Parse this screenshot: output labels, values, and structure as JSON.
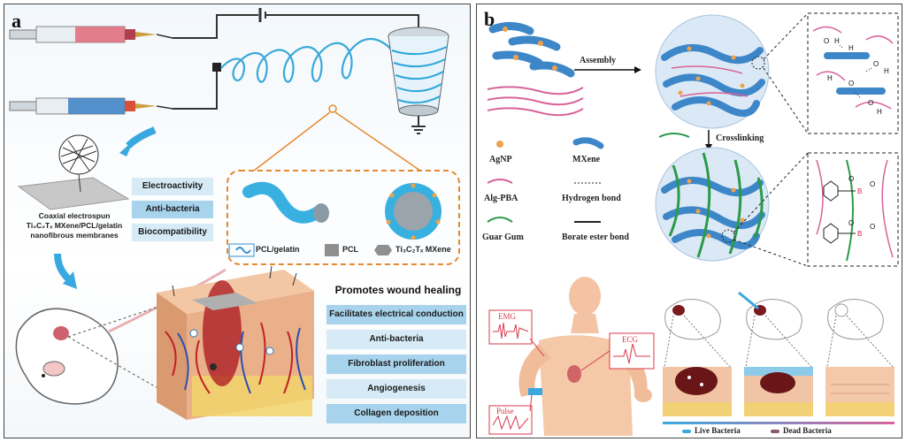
{
  "panel_a": {
    "label": "a",
    "membrane_caption": [
      "Coaxial electrospun",
      "Ti₃C₂Tₓ MXene/PCL/gelatin",
      "nanofibrous membranes"
    ],
    "properties": [
      "Electroactivity",
      "Anti-bacteria",
      "Biocompatibility"
    ],
    "legend": {
      "pcl_gelatin": "PCL/gelatin",
      "pcl": "PCL",
      "mxene": "Ti₃C₂Tₓ MXene"
    },
    "healing_title": "Promotes wound healing",
    "healing_items": [
      "Facilitates electrical conduction",
      "Anti-bacteria",
      "Fibroblast proliferation",
      "Angiogenesis",
      "Collagen deposition"
    ]
  },
  "panel_b": {
    "label": "b",
    "assembly": "Assembly",
    "crosslinking": "Crosslinking",
    "legend": {
      "agnp": "AgNP",
      "mxene": "MXene",
      "alg_pba": "Alg-PBA",
      "hydrogen_bond": "Hydrogen bond",
      "guar_gum": "Guar Gum",
      "borate_ester": "Borate ester bond"
    },
    "signals": {
      "emg": "EMG",
      "ecg": "ECG",
      "pulse": "Pulse"
    },
    "bacteria_legend": {
      "live": "Live Bacteria",
      "dead": "Dead Bacteria"
    },
    "colors": {
      "mxene_blue": "#3d87c9",
      "alg_pink": "#d8629a",
      "guar_green": "#2a9a4a",
      "agnp_orange": "#f0a24a",
      "accent_orange": "#e58a2c"
    }
  }
}
